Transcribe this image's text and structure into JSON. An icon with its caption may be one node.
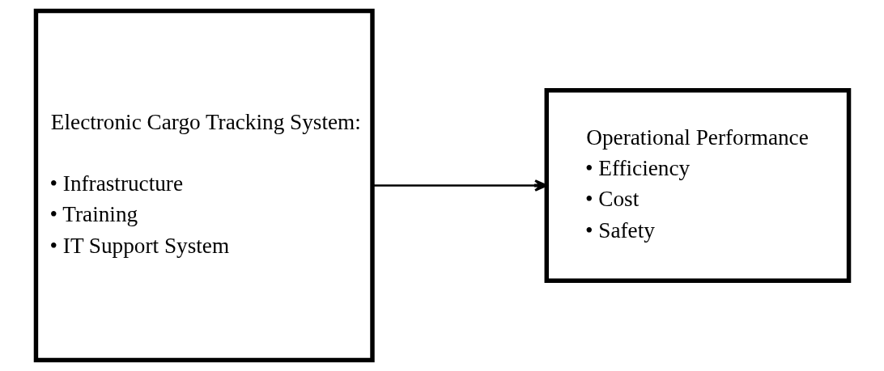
{
  "diagram": {
    "nodes": [
      {
        "text": [
          "Electronic Cargo Tracking System:",
          "• Infrastructure",
          "• Training",
          "• IT Support System"
        ]
      },
      {
        "text": [
          "Operational Performance",
          "• Efficiency",
          "• Cost",
          "• Safety"
        ]
      }
    ],
    "edges": [
      {
        "from": 0,
        "to": 1,
        "arrow": "to"
      }
    ]
  }
}
